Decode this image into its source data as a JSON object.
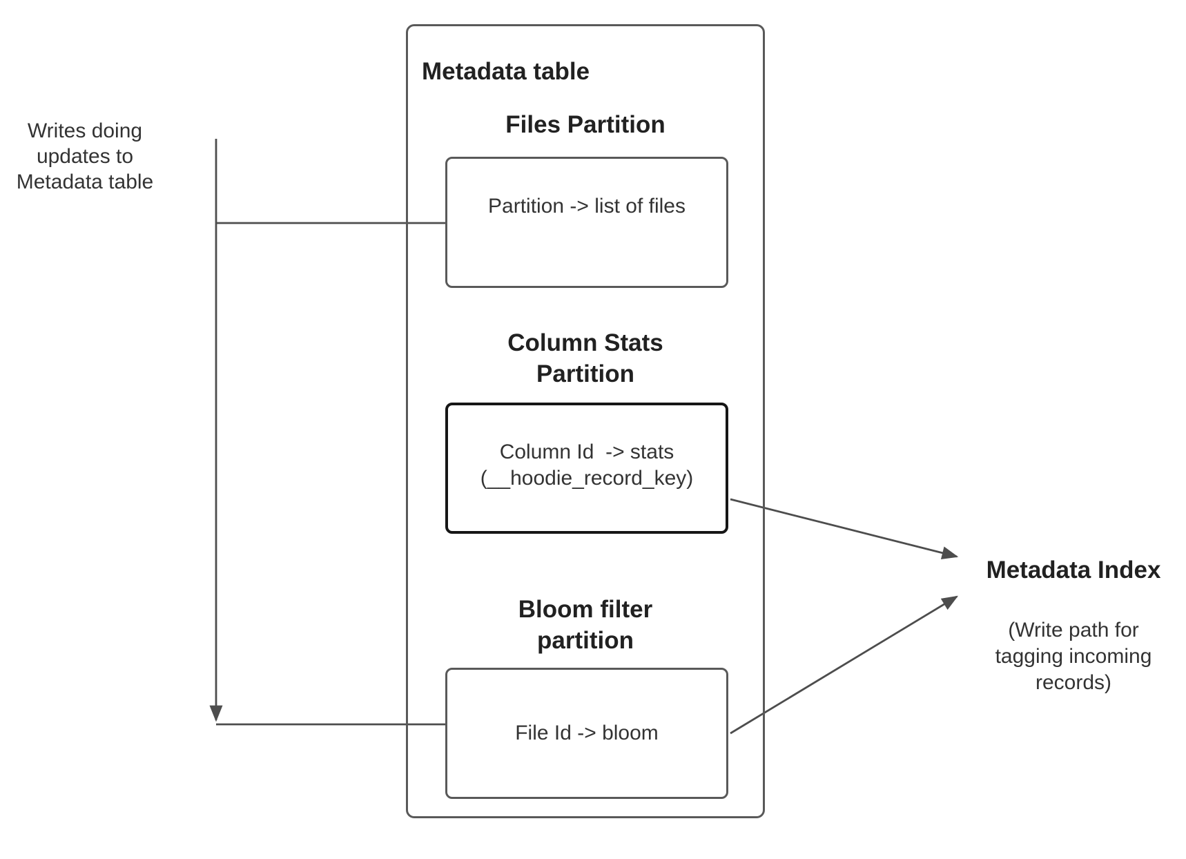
{
  "left_note": {
    "lines": [
      "Writes doing",
      "updates to",
      "Metadata table"
    ]
  },
  "metadata_table": {
    "title": "Metadata table",
    "files_section": {
      "heading_lines": [
        "Files Partition"
      ],
      "box_lines": [
        "Partition -> list of files"
      ]
    },
    "column_stats_section": {
      "heading_lines": [
        "Column Stats",
        "Partition"
      ],
      "box_lines": [
        "Column Id  -> stats",
        "(__hoodie_record_key)"
      ]
    },
    "bloom_section": {
      "heading_lines": [
        "Bloom filter",
        "partition"
      ],
      "box_lines": [
        "File Id -> bloom"
      ]
    }
  },
  "metadata_index": {
    "title": "Metadata Index",
    "caption_lines": [
      "(Write path for",
      "tagging incoming",
      "records)"
    ]
  },
  "colors": {
    "connector_line": "#4d4d4d",
    "box_border": "#595959",
    "emphasis_box_border": "#161616",
    "heading_text": "#212121",
    "body_text": "#333333",
    "background": "#ffffff"
  }
}
